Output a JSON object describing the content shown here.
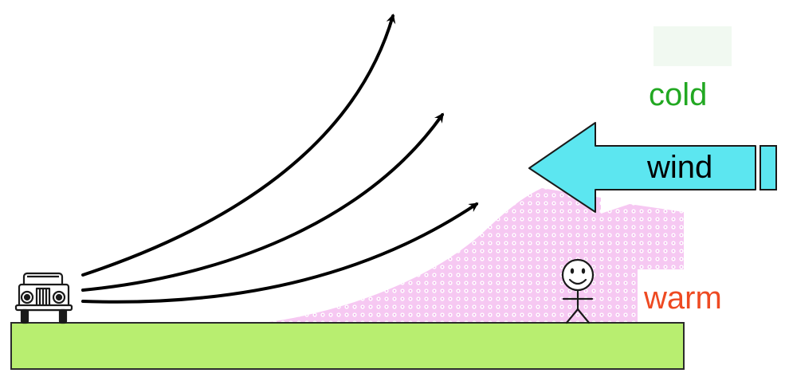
{
  "labels": {
    "cold": "cold",
    "wind": "wind",
    "warm": "warm"
  },
  "colors": {
    "cold_text": "#22a822",
    "warm_text": "#ee4a22",
    "wind_arrow": "#5ce6f0",
    "ground": "#b8ee70",
    "warm_zone": "#f6c8f2",
    "cold_patch": "#f1f9f1",
    "sound_ray": "#000000"
  },
  "icons": {
    "source": "car-icon",
    "listener": "stick-figure-icon"
  }
}
